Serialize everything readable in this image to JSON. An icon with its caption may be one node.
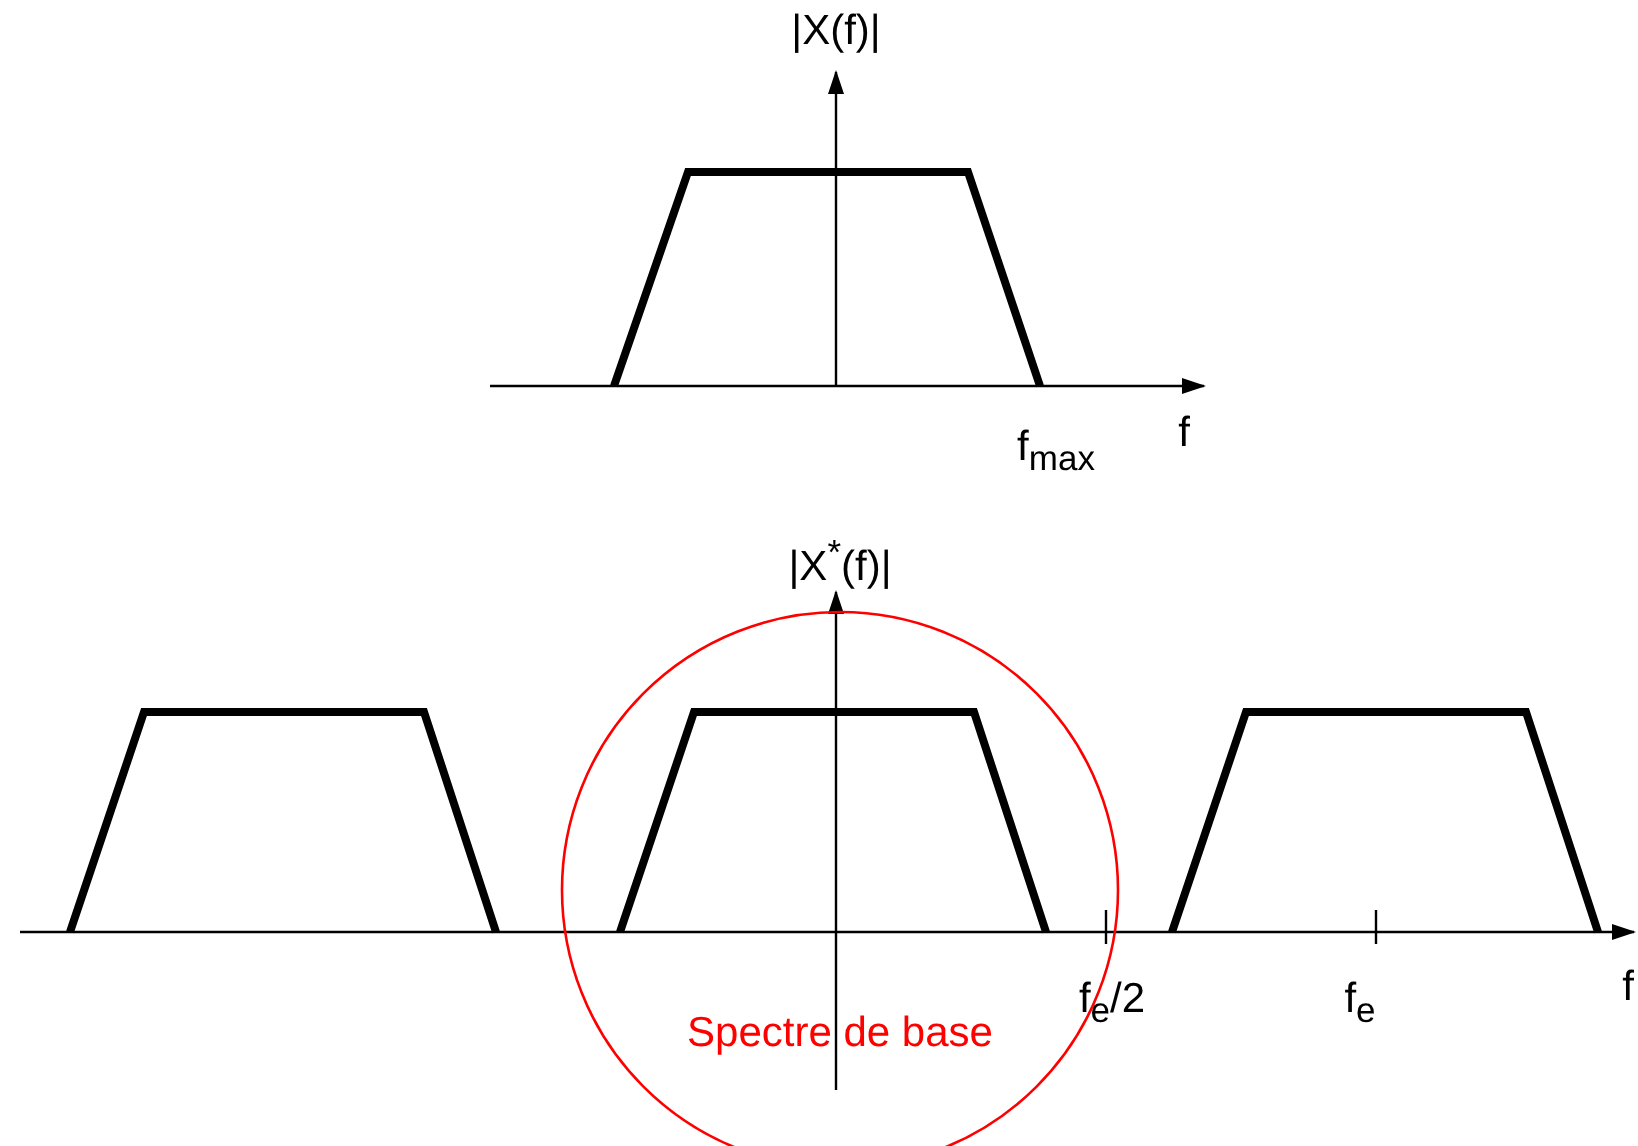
{
  "diagram": {
    "nodes": [
      {
        "text": [
          "Spectre de base"
        ]
      }
    ],
    "edges": [],
    "labels": [
      "|X(f)|",
      "f$_{max}$",
      "f",
      "|X$^{*}$(f)|",
      "f$_{e}$/2",
      "f$_{e}$",
      "f"
    ]
  }
}
